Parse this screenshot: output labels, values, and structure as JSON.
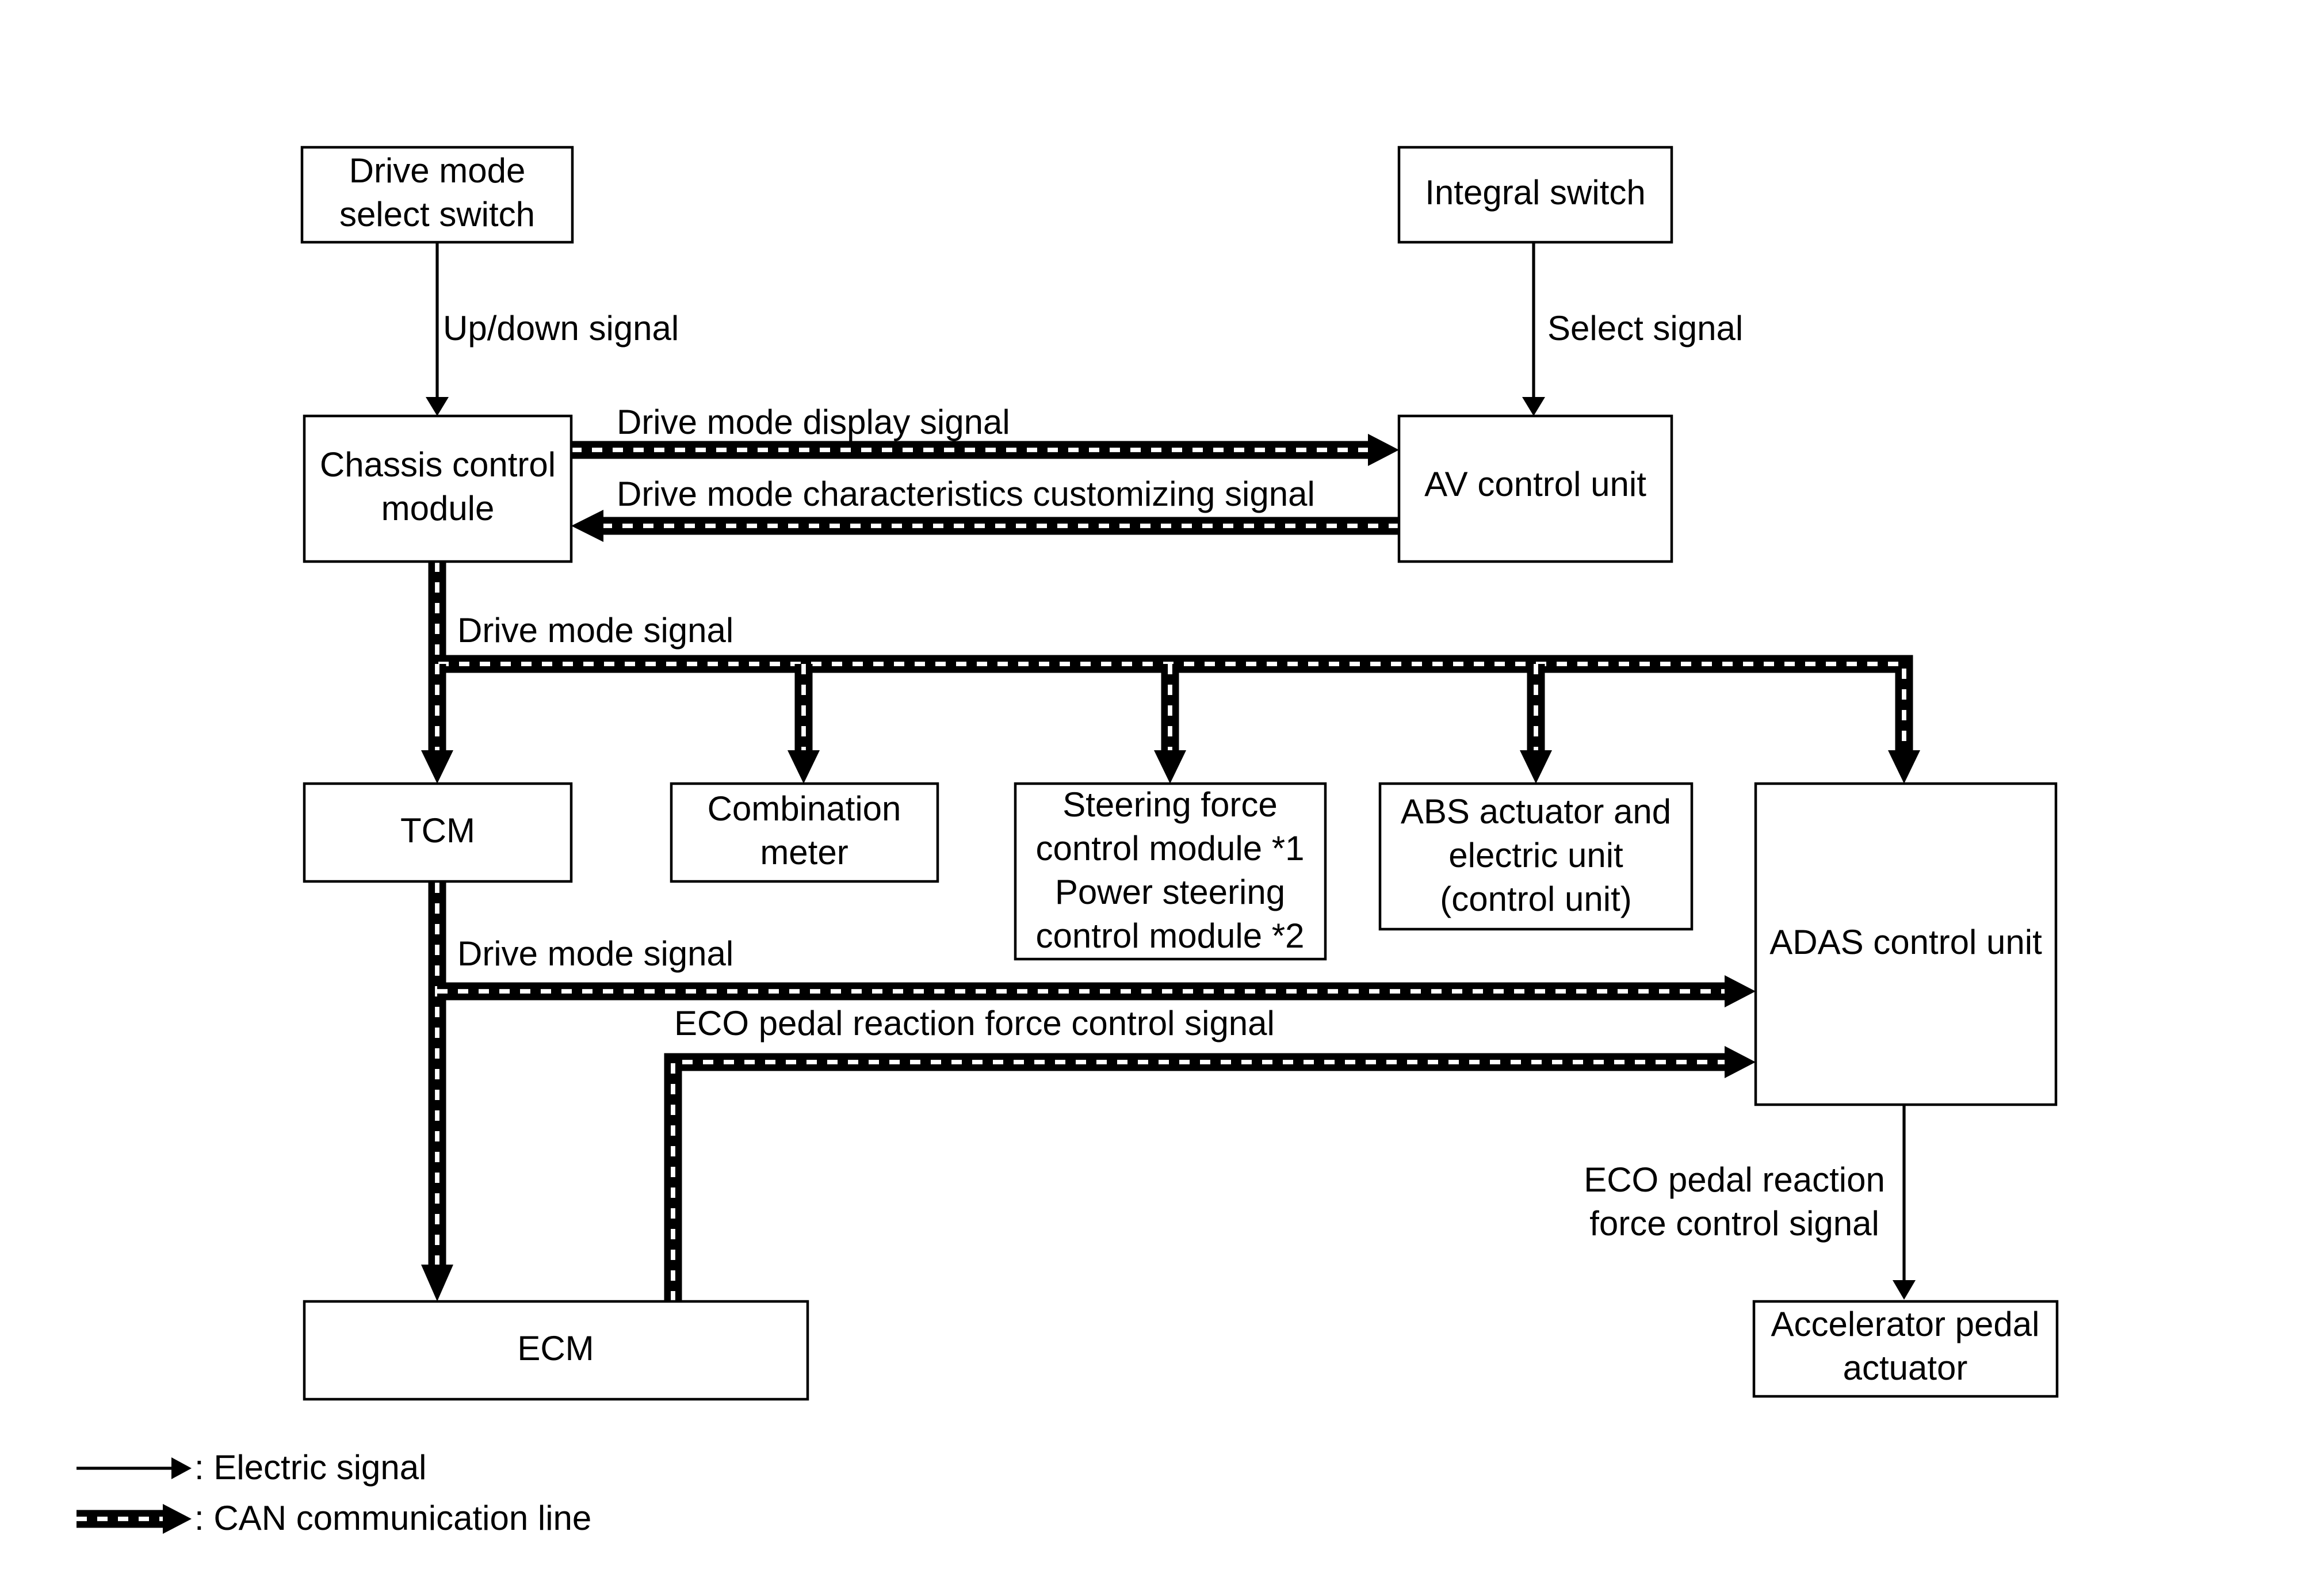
{
  "nodes": {
    "drive_mode_switch": [
      "Drive mode",
      "select switch"
    ],
    "integral_switch": [
      "Integral switch"
    ],
    "chassis_control_module": [
      "Chassis control",
      "module"
    ],
    "av_control_unit": [
      "AV control unit"
    ],
    "tcm": [
      "TCM"
    ],
    "combination_meter": [
      "Combination",
      "meter"
    ],
    "steering_module": [
      "Steering force",
      "control module *1",
      "Power steering",
      "control module *2"
    ],
    "abs_unit": [
      "ABS actuator and",
      "electric unit",
      "(control unit)"
    ],
    "adas_control_unit": [
      "ADAS control unit"
    ],
    "ecm": [
      "ECM"
    ],
    "accelerator_actuator": [
      "Accelerator pedal",
      "actuator"
    ]
  },
  "signals": {
    "up_down": "Up/down signal",
    "select": "Select signal",
    "drive_mode_display": "Drive mode display signal",
    "customizing": "Drive mode characteristics customizing signal",
    "drive_mode_bus": "Drive mode signal",
    "drive_mode_tcm": "Drive mode signal",
    "eco_to_adas": "ECO pedal reaction force control signal",
    "eco_to_accel": [
      "ECO pedal reaction",
      "force control signal"
    ]
  },
  "legend": {
    "electric": ": Electric signal",
    "can": ": CAN communication line"
  }
}
